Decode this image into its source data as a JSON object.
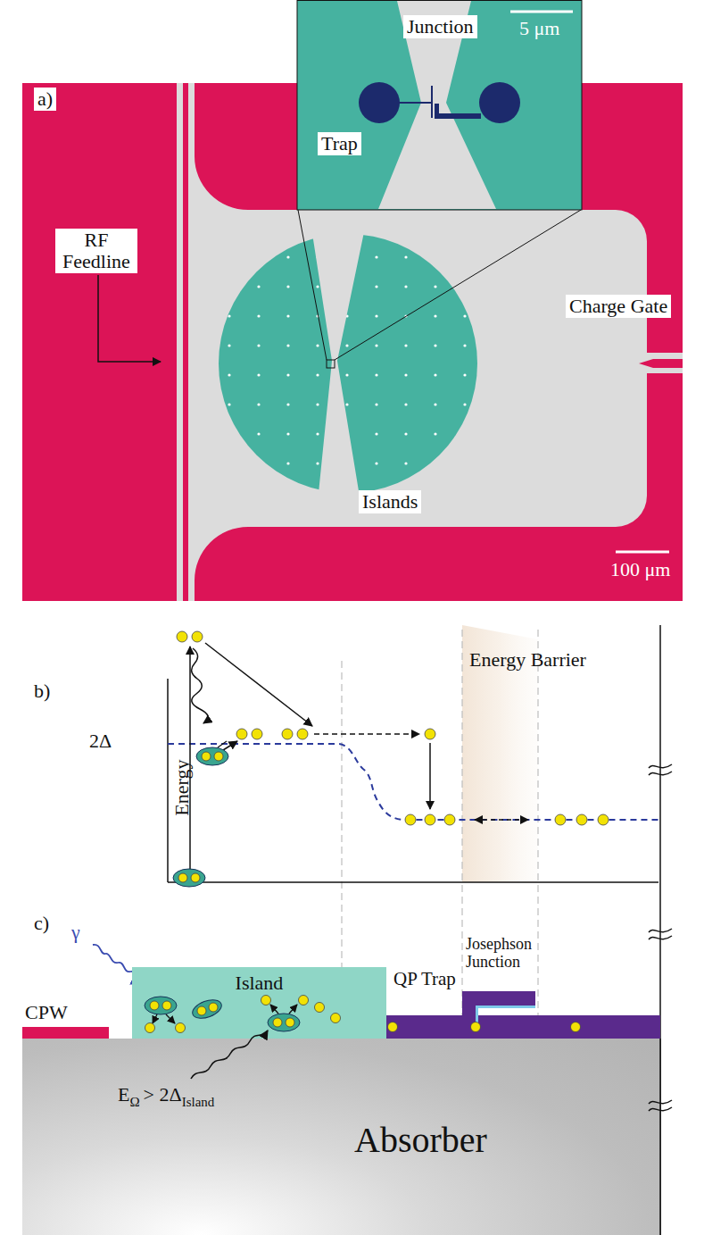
{
  "diagram": {
    "nodes": [
      {
        "text": [
          "CPW"
        ]
      },
      {
        "text": [
          "Island"
        ]
      },
      {
        "text": [
          "QP Trap"
        ]
      },
      {
        "text": [
          "Josephson Junction"
        ]
      },
      {
        "text": [
          "Absorber"
        ]
      }
    ],
    "labels": [
      "Junction",
      "5 μm",
      "Trap",
      "a)",
      "RF Feedline",
      "Charge Gate",
      "Islands",
      "100 μm",
      "b)",
      "Energy Barrier",
      "2Δ",
      "Energy",
      "c)",
      "γ",
      "E",
      "Ω",
      "> 2Δ",
      "Island"
    ]
  }
}
